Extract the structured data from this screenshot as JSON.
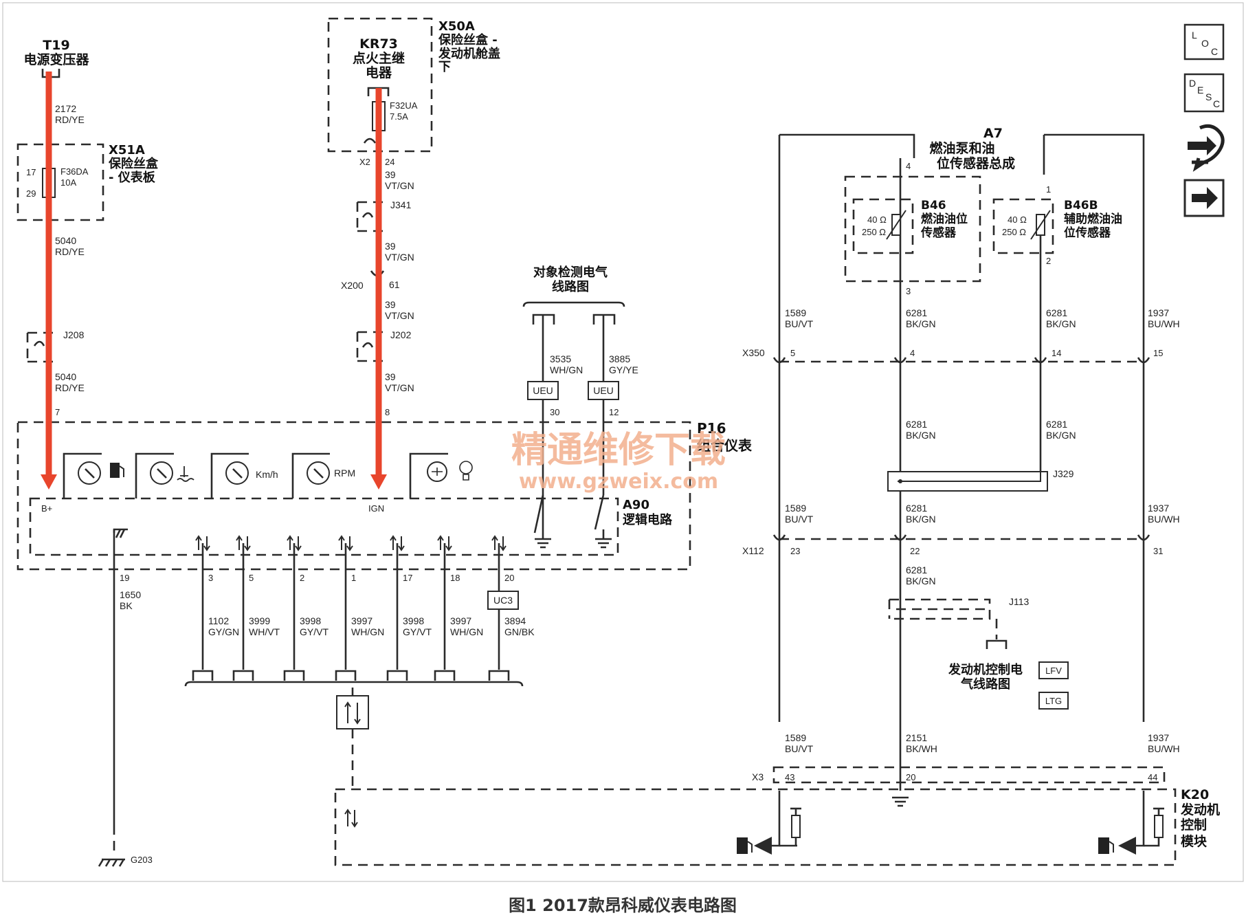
{
  "source": {
    "t19_id": "T19",
    "t19_name": "电源变压器",
    "w2172": "2172",
    "c_rdye": "RD/YE"
  },
  "x50a": {
    "id": "X50A",
    "name1": "保险丝盒 -",
    "name2": "发动机舱盖",
    "name3": "下",
    "kr73_id": "KR73",
    "kr73_n1": "点火主继",
    "kr73_n2": "电器",
    "fuse": "F32UA",
    "amp": "7.5A",
    "x2": "X2",
    "pin24": "24",
    "w39": "39",
    "c_vtgn": "VT/GN"
  },
  "x51a": {
    "id": "X51A",
    "name1": "保险丝盒",
    "name2": "- 仪表板",
    "pin17": "17",
    "pin29": "29",
    "fuse": "F36DA",
    "amp": "10A"
  },
  "left_wires": {
    "w5040a": "5040",
    "c_a": "RD/YE",
    "j208": "J208",
    "w5040b": "5040",
    "c_b": "RD/YE",
    "pin7": "7"
  },
  "mid_wires": {
    "j341": "J341",
    "w39a": "39",
    "c_a": "VT/GN",
    "x200": "X200",
    "pin61": "61",
    "w39b": "39",
    "c_b": "VT/GN",
    "j202": "J202",
    "w39c": "39",
    "c_c": "VT/GN",
    "pin8": "8"
  },
  "obj_detect": {
    "l1": "对象检测电气",
    "l2": "线路图",
    "w1": "3535",
    "c1": "WH/GN",
    "w2": "3885",
    "c2": "GY/YE",
    "ueu1": "UEU",
    "ueu2": "UEU",
    "p30": "30",
    "p12": "12"
  },
  "p16": {
    "id": "P16",
    "name": "组合仪表",
    "bplus": "B+",
    "ign": "IGN",
    "kmh": "Km/h",
    "rpm": "RPM",
    "a90": "A90",
    "a90_name": "逻辑电路"
  },
  "bottom_pins": [
    {
      "pin": "19",
      "wire": "1650",
      "color": "BK"
    },
    {
      "pin": "3",
      "wire": "1102",
      "color": "GY/GN"
    },
    {
      "pin": "5",
      "wire": "3999",
      "color": "WH/VT"
    },
    {
      "pin": "2",
      "wire": "3998",
      "color": "GY/VT"
    },
    {
      "pin": "1",
      "wire": "3997",
      "color": "WH/GN"
    },
    {
      "pin": "17",
      "wire": "3998",
      "color": "GY/VT"
    },
    {
      "pin": "18",
      "wire": "3997",
      "color": "WH/GN"
    },
    {
      "pin": "20",
      "wire": "3894",
      "color": "GN/BK"
    }
  ],
  "uc3": "UC3",
  "g203": "G203",
  "a7": {
    "id": "A7",
    "n1": "燃油泵和油",
    "n2": "位传感器总成",
    "pin4": "4",
    "pin3": "3",
    "pin1": "1",
    "pin2": "2",
    "b46": "B46",
    "b46_n1": "燃油油位",
    "b46_n2": "传感器",
    "b46b": "B46B",
    "b46b_n1": "辅助燃油油",
    "b46b_n2": "位传感器",
    "r40a": "40 Ω",
    "r250a": "250 Ω",
    "r40b": "40 Ω",
    "r250b": "250 Ω"
  },
  "right_wires": {
    "c1_w": "1589",
    "c1_c": "BU/VT",
    "c2_w": "6281",
    "c2_c": "BK/GN",
    "c3_w": "6281",
    "c3_c": "BK/GN",
    "c4_w": "1937",
    "c4_c": "BU/WH",
    "x350": "X350",
    "x350_p1": "5",
    "x350_p2": "4",
    "x350_p3": "14",
    "x350_p4": "15",
    "m2_w": "6281",
    "m2_c": "BK/GN",
    "m3_w": "6281",
    "m3_c": "BK/GN",
    "j329": "J329",
    "l1_w": "1589",
    "l1_c": "BU/VT",
    "l2_w": "6281",
    "l2_c": "BK/GN",
    "l4_w": "1937",
    "l4_c": "BU/WH",
    "x112": "X112",
    "x112_p1": "23",
    "x112_p2": "22",
    "x112_p4": "31",
    "n2_w": "6281",
    "n2_c": "BK/GN",
    "j113": "J113",
    "ecm1": "发动机控制电",
    "ecm2": "气线路图",
    "lfv": "LFV",
    "ltg": "LTG",
    "b1_w": "1589",
    "b1_c": "BU/VT",
    "b2_w": "2151",
    "b2_c": "BK/WH",
    "b4_w": "1937",
    "b4_c": "BU/WH",
    "x3": "X3",
    "x3_p1": "43",
    "x3_p2": "20",
    "x3_p4": "44"
  },
  "k20": {
    "id": "K20",
    "n1": "发动机",
    "n2": "控制",
    "n3": "模块"
  },
  "watermark": {
    "l1": "精通维修下载",
    "l2": "www.gzweix.com"
  },
  "side_icons": {
    "loc_l": "L",
    "loc_o": "O",
    "loc_c": "C",
    "desc_d": "D",
    "desc_e": "E",
    "desc_s": "S",
    "desc_c": "C"
  },
  "caption": "图1 2017款昂科威仪表电路图",
  "colors": {
    "highlight": "#e8452c",
    "line": "#2a2a2a",
    "watermark": "#f3b08e"
  }
}
